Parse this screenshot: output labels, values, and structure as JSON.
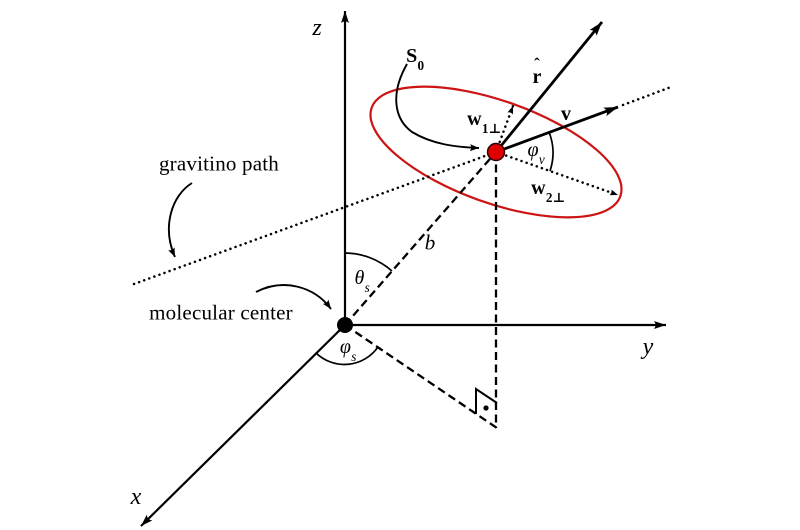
{
  "diagram": {
    "annotations": {
      "gravitino_path": "gravitino path",
      "molecular_center": "molecular center"
    },
    "axes": {
      "x": "x",
      "y": "y",
      "z": "z"
    },
    "lengths": {
      "impact_parameter": "b"
    },
    "angles": {
      "theta_s": {
        "base": "θ",
        "sub": "s"
      },
      "phi_s": {
        "base": "φ",
        "sub": "s"
      },
      "phi_v": {
        "base": "φ",
        "sub": "v"
      }
    },
    "vectors": {
      "spin": {
        "base": "S",
        "sub": "0"
      },
      "w1_perp": {
        "base": "w",
        "sub": "1⊥"
      },
      "w2_perp": {
        "base": "w",
        "sub": "2⊥"
      },
      "velocity": "v",
      "r_hat": {
        "base": "r",
        "accent": "ˆ"
      }
    },
    "colors": {
      "red": "#cc1414",
      "dot_red": "#dd0000",
      "ink": "#000000"
    }
  }
}
